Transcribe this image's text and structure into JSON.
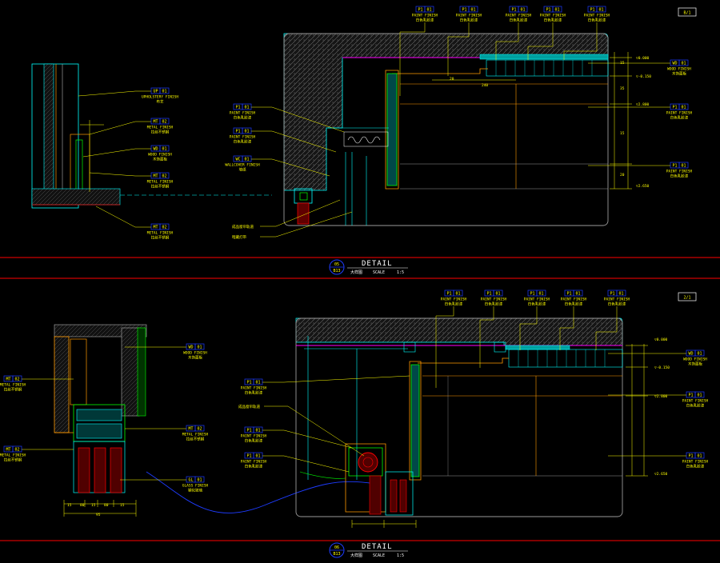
{
  "colors": {
    "background": "#000000",
    "wall": "#9a9a9a",
    "outline": "#00ffff",
    "leader": "#ffff00",
    "red_line": "#ff0000",
    "green": "#00ff00",
    "magenta": "#ff00ff",
    "tag_box": "#1e3cff",
    "white": "#ffffff",
    "orange": "#ff9900"
  },
  "sheets": [
    {
      "number": "05",
      "ref": "B13",
      "title": "DETAIL",
      "subtitle": "大样图",
      "scale_label": "SCALE",
      "scale_value": "1:5",
      "corner_tag": "B/1"
    },
    {
      "number": "06",
      "ref": "B13",
      "title": "DETAIL",
      "subtitle": "大样图",
      "scale_label": "SCALE",
      "scale_value": "1:5",
      "corner_tag": "2/1"
    }
  ],
  "top_tags": [
    {
      "code": "P1",
      "no": "01",
      "en": "PAINT FINISH",
      "cn": "白色乳胶漆"
    },
    {
      "code": "P1",
      "no": "01",
      "en": "PAINT FINISH",
      "cn": "白色乳胶漆"
    },
    {
      "code": "P1",
      "no": "01",
      "en": "PAINT FINISH",
      "cn": "白色乳胶漆"
    },
    {
      "code": "P1",
      "no": "01",
      "en": "PAINT FINISH",
      "cn": "白色乳胶漆"
    },
    {
      "code": "P1",
      "no": "01",
      "en": "PAINT FINISH",
      "cn": "白色乳胶漆"
    }
  ],
  "right_tags": [
    {
      "code": "WD",
      "no": "01",
      "en": "WOOD FINISH",
      "cn": "木饰面板"
    },
    {
      "code": "P1",
      "no": "01",
      "en": "PAINT FINISH",
      "cn": "白色乳胶漆"
    },
    {
      "code": "P1",
      "no": "01",
      "en": "PAINT FINISH",
      "cn": "白色乳胶漆"
    }
  ],
  "left_tags": [
    {
      "code": "UP",
      "no": "01",
      "en": "UPHOLSTERY FINISH",
      "cn": "布艺"
    },
    {
      "code": "MT",
      "no": "02",
      "en": "METAL FINISH",
      "cn": "拉丝不锈钢"
    },
    {
      "code": "WD",
      "no": "01",
      "en": "WOOD FINISH",
      "cn": "木饰面板"
    },
    {
      "code": "MT",
      "no": "02",
      "en": "METAL FINISH",
      "cn": "拉丝不锈钢"
    },
    {
      "code": "MT",
      "no": "02",
      "en": "METAL FINISH",
      "cn": "拉丝不锈钢"
    }
  ],
  "mid_tags": [
    {
      "code": "P1",
      "no": "01",
      "en": "PAINT FINISH",
      "cn": "白色乳胶漆"
    },
    {
      "code": "P1",
      "no": "01",
      "en": "PAINT FINISH",
      "cn": "白色乳胶漆"
    },
    {
      "code": "WC",
      "no": "01",
      "en": "WALLCOVER FINISH",
      "cn": "墙纸"
    }
  ],
  "notes_top": [
    "成品窗帘轨道",
    "暗藏灯带"
  ],
  "notes_bottom": [
    "成品窗帘轨道"
  ],
  "level_marks": [
    "▽0.000",
    "▽-0.150",
    "▽2.800",
    "▽2.650"
  ],
  "bottom_tags_left": [
    {
      "code": "MT",
      "no": "02",
      "en": "METAL FINISH",
      "cn": "拉丝不锈钢"
    },
    {
      "code": "MT",
      "no": "02",
      "en": "METAL FINISH",
      "cn": "拉丝不锈钢"
    },
    {
      "code": "WD",
      "no": "01",
      "en": "WOOD FINISH",
      "cn": "木饰面板"
    },
    {
      "code": "MT",
      "no": "02",
      "en": "METAL FINISH",
      "cn": "拉丝不锈钢"
    },
    {
      "code": "GL",
      "no": "01",
      "en": "GLASS FINISH",
      "cn": "钢化玻璃"
    }
  ],
  "bottom_tags_top": [
    {
      "code": "P1",
      "no": "01",
      "en": "PAINT FINISH",
      "cn": "白色乳胶漆"
    },
    {
      "code": "P1",
      "no": "01",
      "en": "PAINT FINISH",
      "cn": "白色乳胶漆"
    },
    {
      "code": "P1",
      "no": "01",
      "en": "PAINT FINISH",
      "cn": "白色乳胶漆"
    },
    {
      "code": "P1",
      "no": "01",
      "en": "PAINT FINISH",
      "cn": "白色乳胶漆"
    },
    {
      "code": "P1",
      "no": "01",
      "en": "PAINT FINISH",
      "cn": "白色乳胶漆"
    }
  ],
  "bottom_tags_right": [
    {
      "code": "WD",
      "no": "01",
      "en": "WOOD FINISH",
      "cn": "木饰面板"
    },
    {
      "code": "P1",
      "no": "01",
      "en": "PAINT FINISH",
      "cn": "白色乳胶漆"
    },
    {
      "code": "P1",
      "no": "01",
      "en": "PAINT FINISH",
      "cn": "白色乳胶漆"
    }
  ],
  "bottom_mid_tags": [
    {
      "code": "P1",
      "no": "01",
      "en": "PAINT FINISH",
      "cn": "白色乳胶漆"
    },
    {
      "code": "P1",
      "no": "01",
      "en": "PAINT FINISH",
      "cn": "白色乳胶漆"
    },
    {
      "code": "P1",
      "no": "01",
      "en": "PAINT FINISH",
      "cn": "白色乳胶漆"
    }
  ],
  "dims_top": [
    "20",
    "240",
    "15",
    "35",
    "15",
    "20"
  ],
  "dims_bottom": [
    "15",
    "80",
    "15",
    "80",
    "15",
    "95"
  ]
}
